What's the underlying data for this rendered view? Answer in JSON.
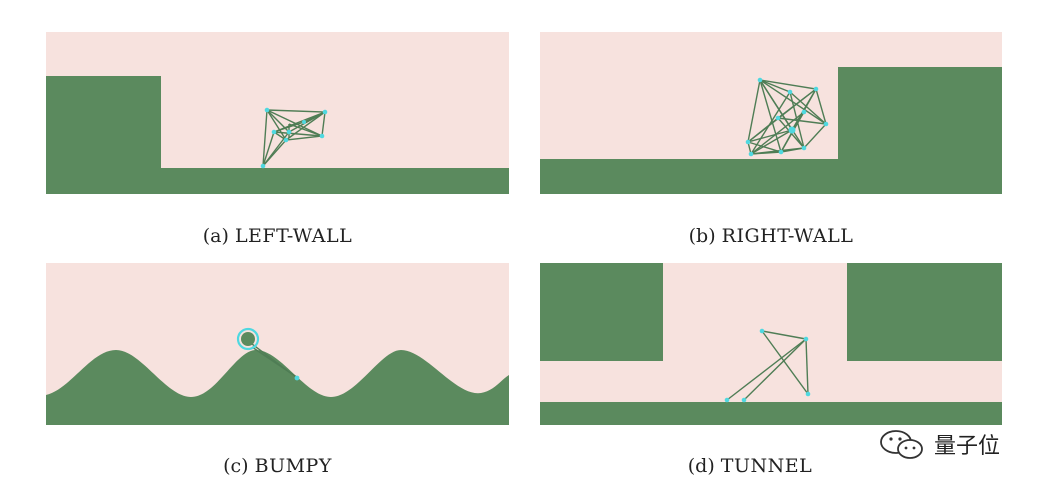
{
  "colors": {
    "background": "#f7e2de",
    "terrain": "#5b8a5e",
    "body_line": "#4f7d55",
    "joint": "#4fd8e0"
  },
  "panels": [
    {
      "letter": "(a)",
      "name": "LEFT-WALL"
    },
    {
      "letter": "(b)",
      "name": "RIGHT-WALL"
    },
    {
      "letter": "(c)",
      "name": "BUMPY"
    },
    {
      "letter": "(d)",
      "name": "TUNNEL"
    }
  ],
  "watermark": {
    "text": "量子位",
    "icon": "wechat-icon"
  }
}
